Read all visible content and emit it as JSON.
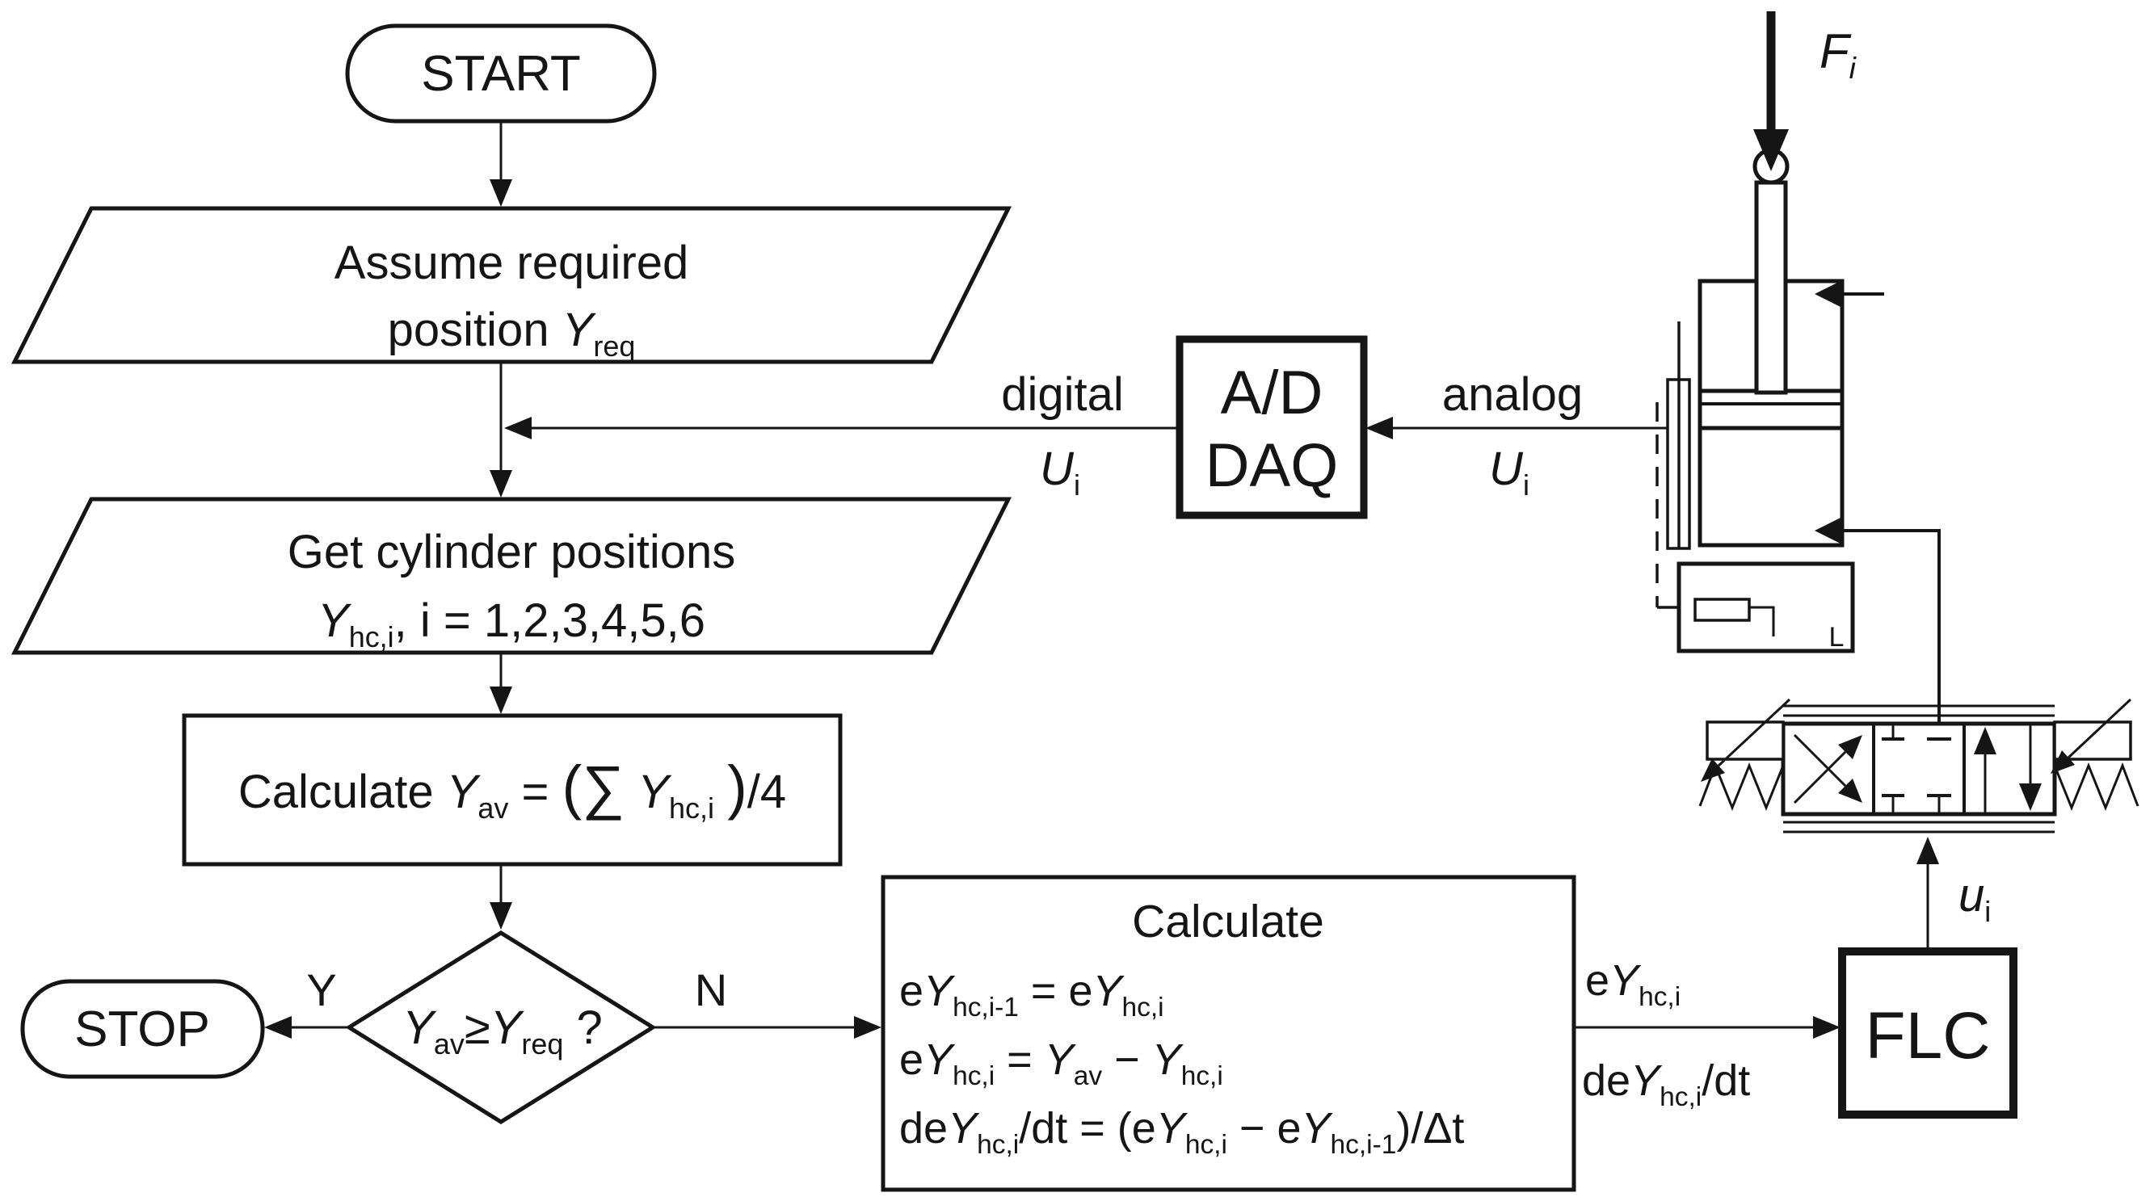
{
  "colors": {
    "ink": "#151515",
    "background": "#ffffff"
  },
  "flowchart": {
    "start": "START",
    "stop": "STOP",
    "yes": "Y",
    "no": "N",
    "assume": {
      "l1": "Assume required",
      "l2": [
        [
          "position ",
          ""
        ],
        [
          "Y",
          "i"
        ],
        [
          "req",
          "s"
        ]
      ]
    },
    "get": {
      "l1": "Get cylinder positions",
      "l2": [
        [
          "Y",
          "i"
        ],
        [
          "hc,i",
          "s"
        ],
        [
          ", i = 1,2,3,4,5,6",
          ""
        ]
      ]
    },
    "calc_avg": [
      [
        "Calculate ",
        ""
      ],
      [
        "Y",
        "i"
      ],
      [
        "av",
        "s"
      ],
      [
        " = ",
        ""
      ],
      [
        "(",
        "b"
      ],
      [
        "∑",
        "b"
      ],
      [
        " ",
        ""
      ],
      [
        "Y",
        "i"
      ],
      [
        "hc,i",
        "s"
      ],
      [
        " ",
        ""
      ],
      [
        ")",
        "b"
      ],
      [
        "/4",
        ""
      ]
    ],
    "decision": [
      [
        "Y",
        "i"
      ],
      [
        "av",
        "s"
      ],
      [
        "≥",
        ""
      ],
      [
        "Y",
        "i"
      ],
      [
        "req",
        "s"
      ],
      [
        " ?",
        ""
      ]
    ],
    "calc_err": {
      "title": "Calculate",
      "eq1": [
        [
          "e",
          ""
        ],
        [
          "Y",
          "i"
        ],
        [
          "hc,i-1",
          "s"
        ],
        [
          " = e",
          ""
        ],
        [
          "Y",
          "i"
        ],
        [
          "hc,i",
          "s"
        ]
      ],
      "eq2": [
        [
          "e",
          ""
        ],
        [
          "Y",
          "i"
        ],
        [
          "hc,i",
          "s"
        ],
        [
          " = ",
          ""
        ],
        [
          "Y",
          "i"
        ],
        [
          "av",
          "s"
        ],
        [
          " − ",
          ""
        ],
        [
          "Y",
          "i"
        ],
        [
          "hc,i",
          "s"
        ]
      ],
      "eq3": [
        [
          "de",
          ""
        ],
        [
          "Y",
          "i"
        ],
        [
          "hc,i",
          "s"
        ],
        [
          "/dt = (e",
          ""
        ],
        [
          "Y",
          "i"
        ],
        [
          "hc,i",
          "s"
        ],
        [
          " − e",
          ""
        ],
        [
          "Y",
          "i"
        ],
        [
          "hc,i-1",
          "s"
        ],
        [
          ")/Δt",
          ""
        ]
      ]
    }
  },
  "signals": {
    "digital": "digital",
    "digital_u": [
      [
        "U",
        "i"
      ],
      [
        "i",
        "s"
      ]
    ],
    "analog": "analog",
    "analog_u": [
      [
        "U",
        "i"
      ],
      [
        "i",
        "s"
      ]
    ],
    "error_in": [
      [
        "e",
        ""
      ],
      [
        "Y",
        "i"
      ],
      [
        "hc,i",
        "s"
      ]
    ],
    "derror_in": [
      [
        "de",
        ""
      ],
      [
        "Y",
        "i"
      ],
      [
        "hc,i",
        "s"
      ],
      [
        "/dt",
        ""
      ]
    ],
    "control_u": [
      [
        "u",
        "i"
      ],
      [
        "i",
        "s"
      ]
    ],
    "force": [
      [
        "F",
        "i"
      ],
      [
        "i",
        "s"
      ]
    ]
  },
  "blocks": {
    "adc_l1": "A/D",
    "adc_l2": "DAQ",
    "flc": "FLC",
    "sensor_mark": "L"
  }
}
